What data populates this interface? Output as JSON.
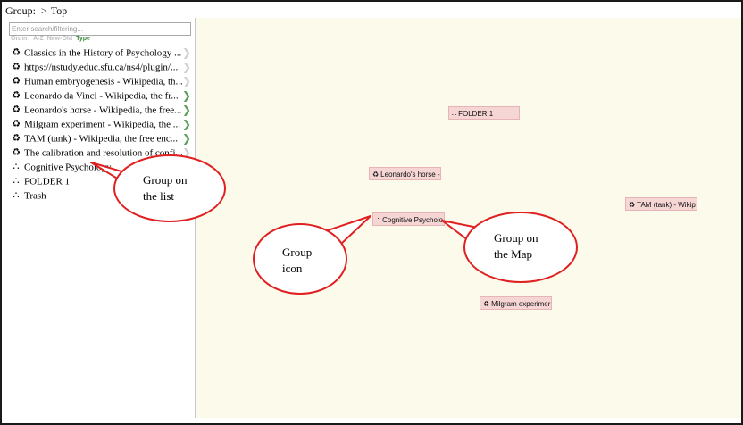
{
  "header": {
    "group_label": "Group:",
    "separator": ">",
    "current": "Top"
  },
  "sidebar": {
    "search_placeholder": "Enter search/filtering...",
    "order": {
      "label": "Order:",
      "options": [
        "A-Z",
        "New-Old",
        "Type"
      ],
      "selected": "Type"
    },
    "items": [
      {
        "icon": "document-icon",
        "label": "Classics in the History of Psychology ...",
        "chevron": "gray"
      },
      {
        "icon": "document-icon",
        "label": "https://nstudy.educ.sfu.ca/ns4/plugin/...",
        "chevron": "gray"
      },
      {
        "icon": "document-icon",
        "label": "Human embryogenesis - Wikipedia, th...",
        "chevron": "gray"
      },
      {
        "icon": "document-icon",
        "label": "Leonardo da Vinci - Wikipedia, the fr...",
        "chevron": "green"
      },
      {
        "icon": "document-icon",
        "label": "Leonardo's horse - Wikipedia, the free...",
        "chevron": "green"
      },
      {
        "icon": "document-icon",
        "label": "Milgram experiment - Wikipedia, the ...",
        "chevron": "green"
      },
      {
        "icon": "document-icon",
        "label": "TAM (tank) - Wikipedia, the free enc...",
        "chevron": "green"
      },
      {
        "icon": "document-icon",
        "label": "The calibration and resolution of confi...",
        "chevron": "gray"
      },
      {
        "icon": "group-icon",
        "label": "Cognitive Psychology",
        "chevron": "none"
      },
      {
        "icon": "group-icon",
        "label": "FOLDER 1",
        "chevron": "none"
      },
      {
        "icon": "group-icon",
        "label": "Trash",
        "chevron": "none"
      }
    ]
  },
  "map": {
    "nodes": [
      {
        "icon": "group-icon",
        "label": "FOLDER 1"
      },
      {
        "icon": "document-icon",
        "label": "Leonardo's horse -"
      },
      {
        "icon": "group-icon",
        "label": "Cognitive Psycholo"
      },
      {
        "icon": "document-icon",
        "label": "TAM (tank) - Wikip"
      },
      {
        "icon": "document-icon",
        "label": "Milgram experimer"
      }
    ]
  },
  "callouts": {
    "group_on_list": [
      "Group on",
      "the list"
    ],
    "group_icon": [
      "Group",
      "icon"
    ],
    "group_on_map": [
      "Group on",
      "the Map"
    ]
  },
  "colors": {
    "node_fill": "#f6d5d5",
    "map_background": "#fcfbeb",
    "callout_stroke": "#e02020",
    "active_chevron": "#5aa05a"
  }
}
